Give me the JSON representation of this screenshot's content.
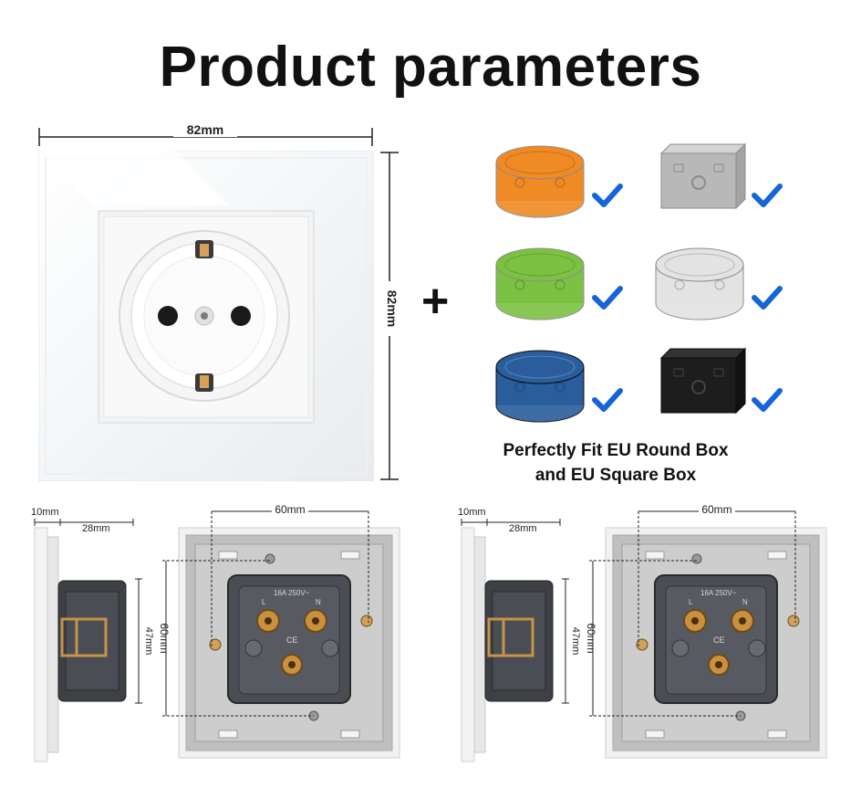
{
  "title": "Product parameters",
  "top_width_dimension": "82mm",
  "top_height_dimension": "82mm",
  "plus_sign": "+",
  "mounting_boxes": [
    {
      "label": "orange round box",
      "color": "#f08a24",
      "shape": "round"
    },
    {
      "label": "metal square box",
      "color": "#b8b8b8",
      "shape": "square"
    },
    {
      "label": "green round box",
      "color": "#7cc242",
      "shape": "round"
    },
    {
      "label": "white round box",
      "color": "#e3e3e3",
      "shape": "round"
    },
    {
      "label": "blue round box",
      "color": "#2a5d9c",
      "shape": "round"
    },
    {
      "label": "black square box",
      "color": "#1d1d1d",
      "shape": "square"
    }
  ],
  "check_color": "#1565d8",
  "compatibility_line1": "Perfectly Fit EU Round Box",
  "compatibility_line2": "and EU Square Box",
  "side_views": [
    {
      "front_depth": "10mm",
      "body_depth": "28mm",
      "body_height": "47mm"
    },
    {
      "front_depth": "10mm",
      "body_depth": "28mm",
      "body_height": "47mm"
    }
  ],
  "back_views": [
    {
      "screw_span_horizontal": "60mm",
      "screw_span_vertical": "60mm",
      "rating": "16A 250V~",
      "live": "L",
      "neutral": "N",
      "ce_mark": "CE"
    },
    {
      "screw_span_horizontal": "60mm",
      "screw_span_vertical": "60mm",
      "rating": "16A 250V~",
      "live": "L",
      "neutral": "N",
      "ce_mark": "CE"
    }
  ]
}
